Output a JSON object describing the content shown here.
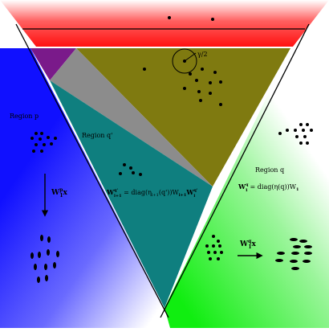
{
  "diagram": {
    "labels": {
      "gamma": "γ/2",
      "region_p": "Region p",
      "region_q_prime": "Region q'",
      "region_q": "Region q",
      "eq_p_base": "W",
      "eq_p_sup": "p",
      "eq_p_sub": "1",
      "eq_p_tail": "x",
      "eq_qprime_left_base": "W",
      "eq_qprime_left_sup": "q'",
      "eq_qprime_left_sub": "l+1",
      "eq_qprime_mid": " = diag(η",
      "eq_qprime_mid_sub": "l+1",
      "eq_qprime_mid2": "(q'))W",
      "eq_qprime_mid2_sub": "l+1",
      "eq_qprime_right_base": "W",
      "eq_qprime_right_sup": "q'",
      "eq_qprime_right_sub": "l",
      "eq_q_base": "W",
      "eq_q_sup": "q",
      "eq_q_sub": "1",
      "eq_q_tail": " = diag(η(q))W",
      "eq_q_tail_sub": "1",
      "eq_q2_base": "W",
      "eq_q2_sup": "q",
      "eq_q2_sub": "1",
      "eq_q2_tail": "x"
    },
    "colors": {
      "red": "#ff2020",
      "blue": "#1a1aff",
      "green": "#22ee22",
      "olive": "#7f7a10",
      "teal": "#0f7f7f",
      "gray": "#8c8c8c",
      "purple": "#7a1a8a",
      "ink": "#000000"
    }
  }
}
